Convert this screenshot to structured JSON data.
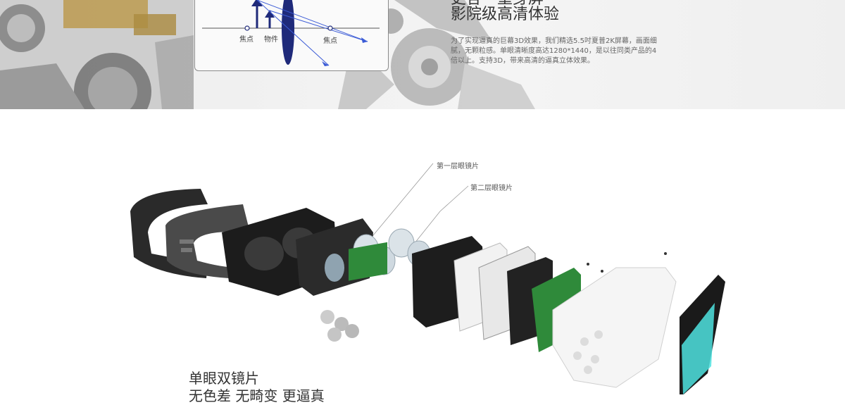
{
  "hero": {
    "headline_partial": "更各一重身屏",
    "headline": "影院级高清体验",
    "description": "为了实现逼真的巨幕3D效果，我们精选5.5吋夏普2K屏幕，画面细腻，无颗粒感。单眼清晰度高达1280*1440，是以往同类产品的4倍以上。支持3D，带来高清的逼真立体效果。"
  },
  "optics_diagram": {
    "focus_left": "焦点",
    "object": "物件",
    "focus_right": "焦点"
  },
  "callouts": {
    "lens_layer_1": "第一层眼镜片",
    "lens_layer_2": "第二层眼镜片"
  },
  "caption": {
    "line1": "单眼双镜片",
    "line2": "无色差 无畸变 更逼真"
  },
  "colors": {
    "lens_blue": "#1f2a7a",
    "arrow_blue": "#3b5bd6",
    "screen_cyan": "#4fe3e0",
    "pcb_green": "#2f8a3a"
  }
}
